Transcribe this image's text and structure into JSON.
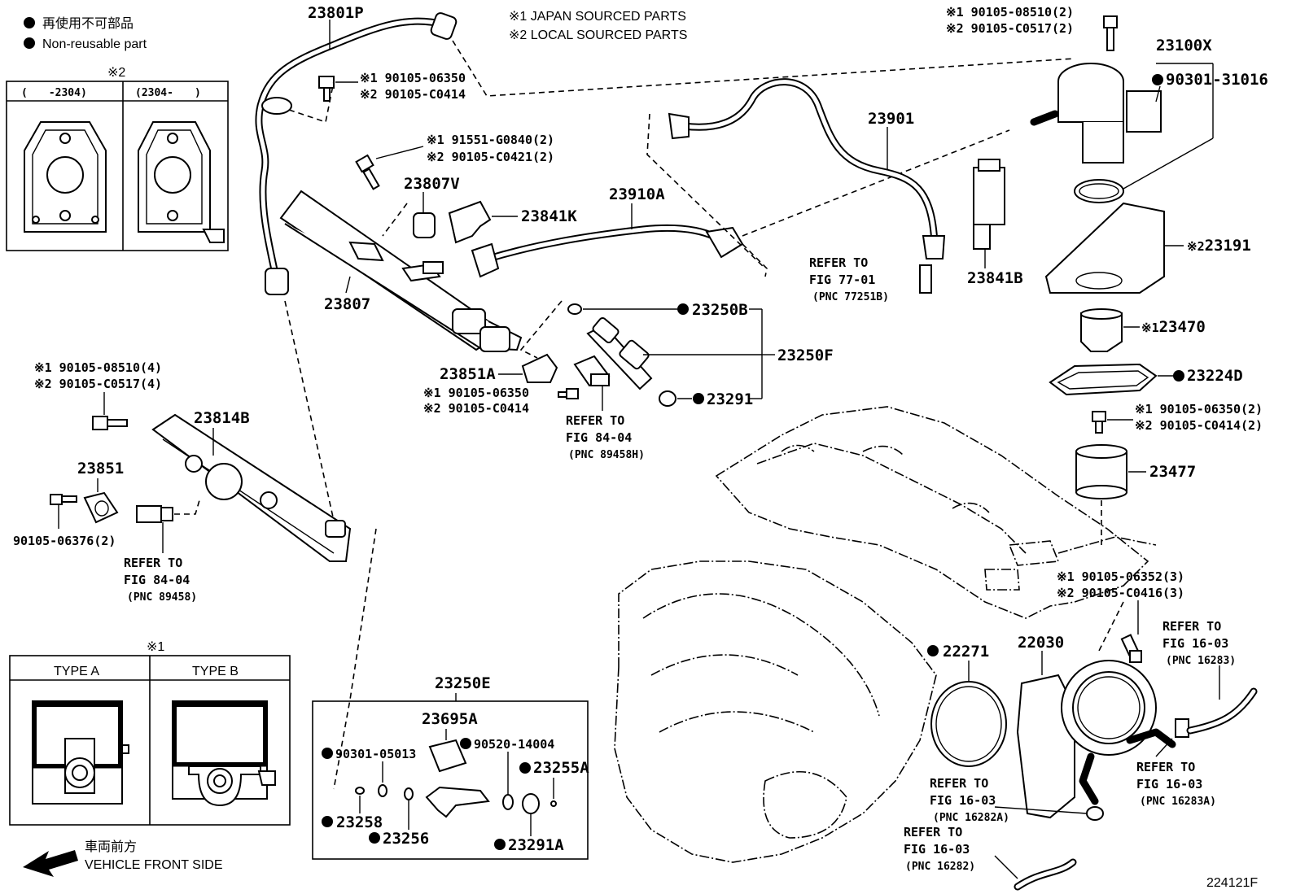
{
  "legend": {
    "reuse_jp": "再使用不可部品",
    "reuse_en": "Non-reusable part",
    "note1": "※1 JAPAN SOURCED PARTS",
    "note2": "※2 LOCAL SOURCED PARTS"
  },
  "inset_top": {
    "mark": "※2",
    "col1": "(　　-2304)",
    "col2": "(2304-　　)"
  },
  "inset_bottom": {
    "mark": "※1",
    "col1": "TYPE A",
    "col2": "TYPE B"
  },
  "direction": {
    "jp": "車両前方",
    "en": "VEHICLE FRONT SIDE"
  },
  "figure_id": "224121F",
  "parts": {
    "p23801P": "23801P",
    "bolt_top_1": "※1 90105-06350",
    "bolt_top_2": "※2 90105-C0414",
    "bolt_b_1": "※1 91551-G0840(2)",
    "bolt_b_2": "※2 90105-C0421(2)",
    "p23807V": "23807V",
    "p23841K": "23841K",
    "p23910A": "23910A",
    "p23901": "23901",
    "p23807": "23807",
    "refer77_a": "REFER TO",
    "refer77_b": "FIG 77-01",
    "refer77_c": "(PNC 77251B)",
    "p23841B": "23841B",
    "pump_bolt_1": "※1 90105-08510(2)",
    "pump_bolt_2": "※2 90105-C0517(2)",
    "p23100X": "23100X",
    "p90301_31016": "90301-31016",
    "p23191": "23191",
    "p23191_mark": "※2",
    "p23470": "23470",
    "p23470_mark": "※1",
    "p23224D": "23224D",
    "bolt_c_1": "※1 90105-06350(2)",
    "bolt_c_2": "※2 90105-C0414(2)",
    "p23477": "23477",
    "p23250B": "23250B",
    "p23250F": "23250F",
    "p23291": "23291",
    "p23851A": "23851A",
    "bolt_d_1": "※1 90105-06350",
    "bolt_d_2": "※2 90105-C0414",
    "refer84_a": "REFER TO",
    "refer84_b": "FIG 84-04",
    "refer84_c": "(PNC 89458H)",
    "bolt_e_1": "※1 90105-08510(4)",
    "bolt_e_2": "※2 90105-C0517(4)",
    "p23814B": "23814B",
    "p23851": "23851",
    "p90105_06376": "90105-06376(2)",
    "refer84b_a": "REFER TO",
    "refer84b_b": "FIG 84-04",
    "refer84b_c": "(PNC 89458)",
    "p23250E": "23250E",
    "p23695A": "23695A",
    "p90301_05013": "90301-05013",
    "p90520_14004": "90520-14004",
    "p23255A": "23255A",
    "p23258": "23258",
    "p23256": "23256",
    "p23291A": "23291A",
    "bolt_f_1": "※1 90105-06352(3)",
    "bolt_f_2": "※2 90105-C0416(3)",
    "p22271": "22271",
    "p22030": "22030",
    "refer16_a1": "REFER TO",
    "refer16_a2": "FIG 16-03",
    "refer16_a3": "(PNC 16283)",
    "refer16_b1": "REFER TO",
    "refer16_b2": "FIG 16-03",
    "refer16_b3": "(PNC 16282A)",
    "refer16_c1": "REFER TO",
    "refer16_c2": "FIG 16-03",
    "refer16_c3": "(PNC 16283A)",
    "refer16_d1": "REFER TO",
    "refer16_d2": "FIG 16-03",
    "refer16_d3": "(PNC 16282)"
  }
}
